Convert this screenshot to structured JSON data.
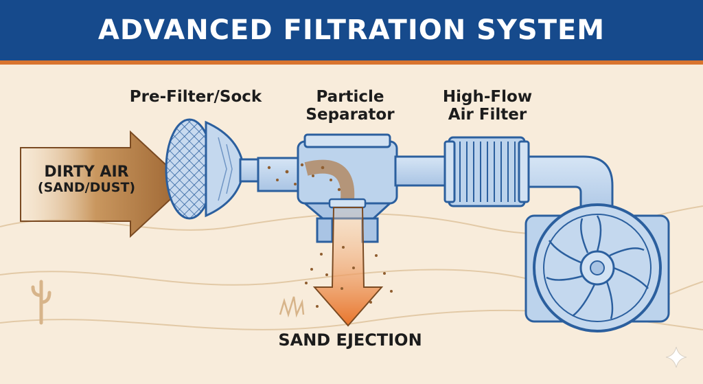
{
  "title": "ADVANCED FILTRATION SYSTEM",
  "labels": {
    "pre_filter": "Pre-Filter/Sock",
    "separator_line1": "Particle",
    "separator_line2": "Separator",
    "air_filter_line1": "High-Flow",
    "air_filter_line2": "Air Filter",
    "dirty_air_line1": "DIRTY AIR",
    "dirty_air_line2": "(SAND/DUST)",
    "sand_ejection": "SAND EJECTION"
  },
  "colors": {
    "banner": "#164a8c",
    "stripe": "#d9742e",
    "background": "#f8ecdb",
    "component_fill": "#bcd3ec",
    "component_stroke": "#2b5f9e",
    "arrow_brown": "#a87440",
    "arrow_orange": "#e8782e",
    "sand": "#9a6a3c"
  }
}
